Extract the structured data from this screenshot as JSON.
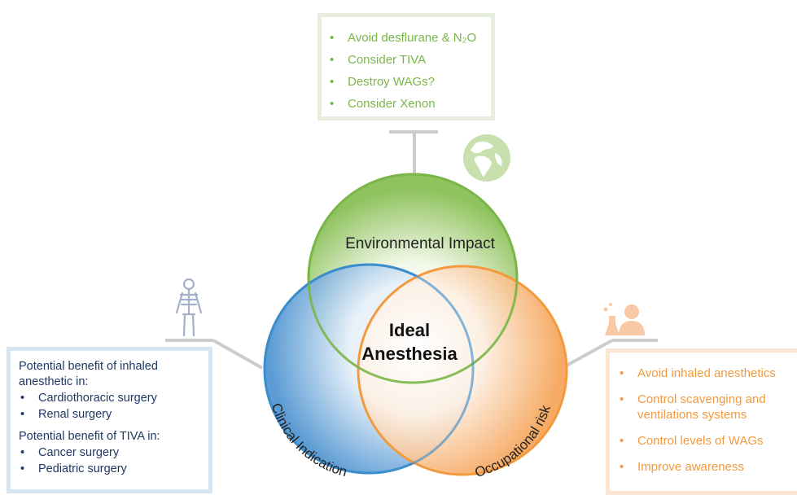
{
  "environmental": {
    "label": "Environmental Impact",
    "items": [
      "Avoid desflurane & N₂O",
      "Consider TIVA",
      "Destroy WAGs?",
      "Consider Xenon"
    ]
  },
  "center": {
    "line1": "Ideal",
    "line2": "Anesthesia"
  },
  "clinical": {
    "label": "Clinical Indication",
    "heading1": "Potential benefit of inhaled anesthetic in:",
    "items1": [
      "Cardiothoracic surgery",
      "Renal surgery"
    ],
    "heading2": "Potential benefit of TIVA in:",
    "items2": [
      "Cancer surgery",
      "Pediatric surgery"
    ]
  },
  "occupational": {
    "label": "Occupational risk",
    "items": [
      "Avoid inhaled anesthetics",
      "Control scavenging and ventilations systems",
      "Control levels of WAGs",
      "Improve awareness"
    ]
  },
  "colors": {
    "green": "#7ab648",
    "blue": "#3c8dcc",
    "orange": "#f39a3e",
    "navy": "#1f3864"
  },
  "icons": [
    "globe-icon",
    "skeleton-icon",
    "scientist-icon"
  ]
}
